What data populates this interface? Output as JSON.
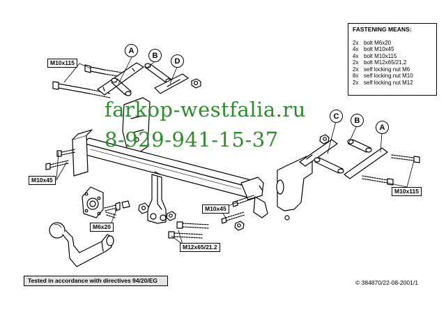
{
  "fastening": {
    "title": "FASTENING MEANS:",
    "items": [
      {
        "qty": "2x",
        "desc": "bolt M6x20"
      },
      {
        "qty": "4x",
        "desc": "bolt M10x45"
      },
      {
        "qty": "4x",
        "desc": "bolt M10x115"
      },
      {
        "qty": "2x",
        "desc": "bolt M12x65/21,2"
      },
      {
        "qty": "2x",
        "desc": "self locking nut M6"
      },
      {
        "qty": "8x",
        "desc": "self locking nut M10"
      },
      {
        "qty": "2x",
        "desc": "self locking nut M12"
      }
    ]
  },
  "labels": {
    "m10x115_left": "M10x115",
    "m10x45_left": "M10x45",
    "m6x20": "M6x20",
    "m10x45_center": "M10x45",
    "m12x65": "M12x65/21.2",
    "m10x115_right": "M10x115"
  },
  "circles": {
    "left_a": "A",
    "left_b": "B",
    "left_d": "D",
    "right_c": "C",
    "right_b": "B",
    "right_a": "A"
  },
  "watermark": {
    "site": "farkop-westfalia.ru",
    "phone": "8-929-941-15-37",
    "color": "#2e8b2e"
  },
  "footer": {
    "tested": "Tested in accordance with directives 94/20/EG",
    "ref": "© 384870/22-08-2001/1"
  }
}
